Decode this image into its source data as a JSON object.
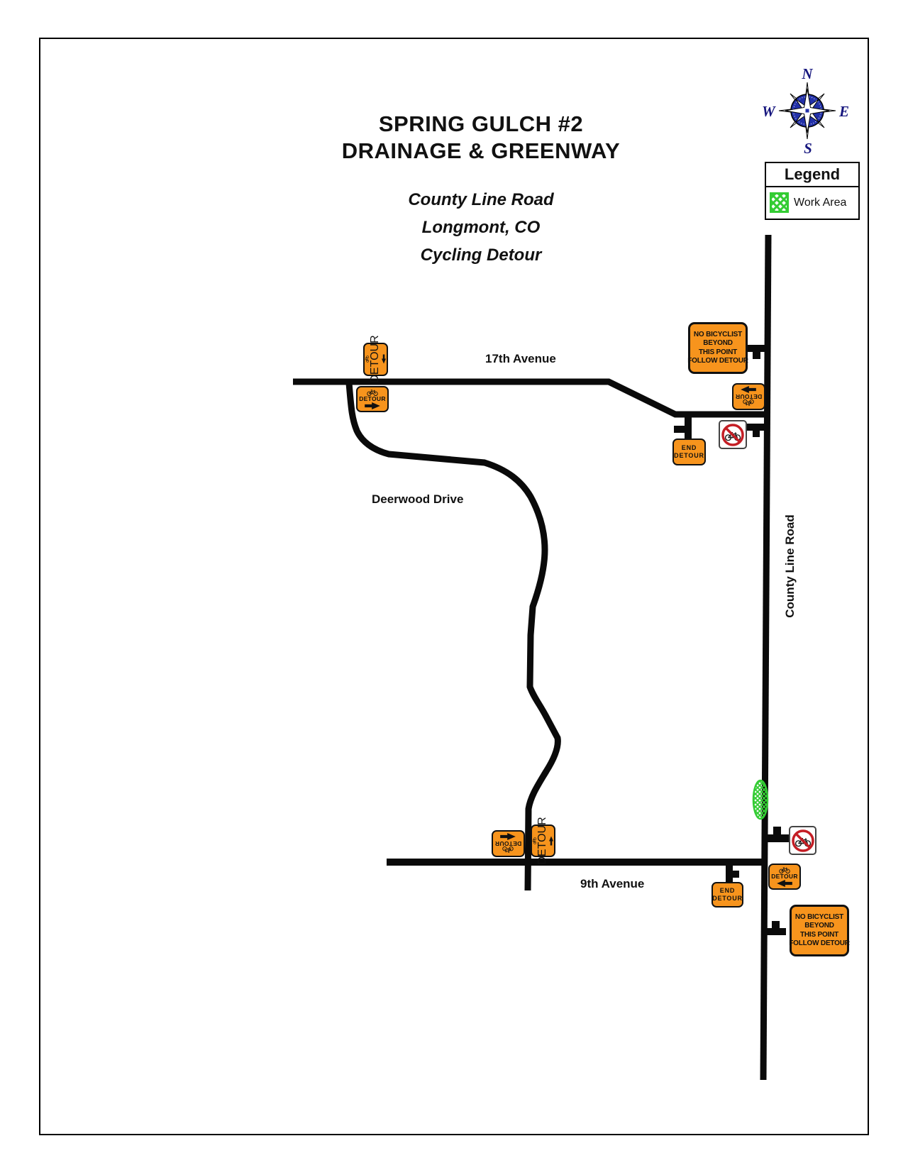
{
  "title": {
    "line1": "SPRING GULCH #2",
    "line2": "DRAINAGE & GREENWAY"
  },
  "subtitle": {
    "line1": "County Line Road",
    "line2": "Longmont, CO",
    "line3": "Cycling Detour"
  },
  "compass": {
    "n": "N",
    "e": "E",
    "s": "S",
    "w": "W"
  },
  "legend": {
    "title": "Legend",
    "work_area_label": "Work Area"
  },
  "road_labels": {
    "seventeenth": "17th Avenue",
    "deerwood": "Deerwood Drive",
    "county_line": "County Line Road",
    "ninth": "9th Avenue"
  },
  "signs": {
    "detour": "DETOUR",
    "end_detour": [
      "END",
      "DETOUR"
    ],
    "no_bicyclist": [
      "NO BICYCLIST",
      "BEYOND",
      "THIS POINT",
      "FOLLOW DETOUR"
    ]
  },
  "colors": {
    "sign_orange": "#F7941D",
    "prohibition_red": "#C41E25",
    "work_area_green": "#33CC33",
    "road_black": "#0A0A0A",
    "compass_blue": "#2230A8"
  }
}
